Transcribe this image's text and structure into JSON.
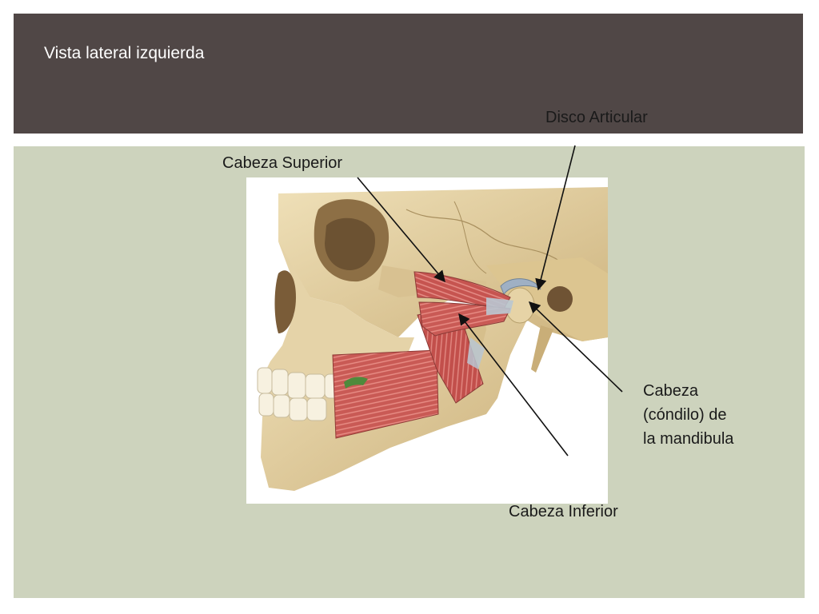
{
  "slide": {
    "title": "Vista lateral izquierda"
  },
  "labels": {
    "disco_articular": "Disco Articular",
    "cabeza_superior": "Cabeza Superior",
    "condilo": "Cabeza\n(cóndilo) de\nla mandibula",
    "cabeza_inferior": "Cabeza Inferior"
  },
  "colors": {
    "header": "#504746",
    "content": "#cdd3bd",
    "bone": "#e2cfa2",
    "muscle": "#c95a55",
    "arrow": "#111111"
  }
}
